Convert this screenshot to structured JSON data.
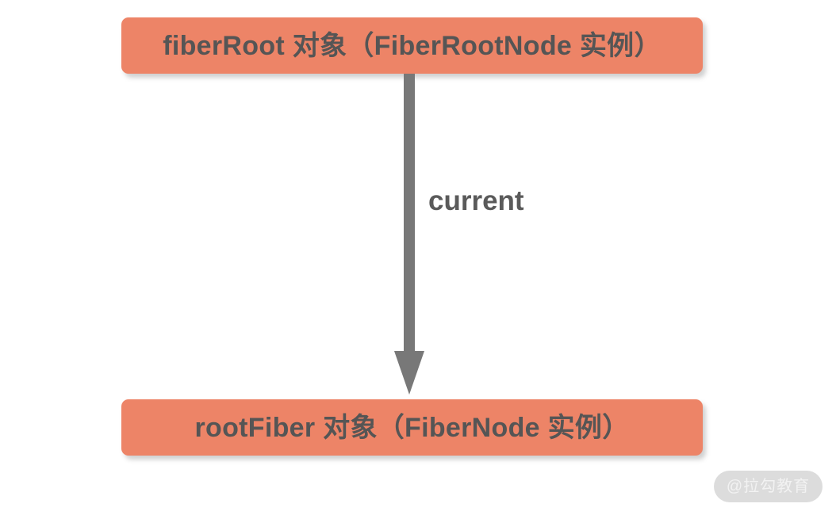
{
  "diagram": {
    "title": "React fiberRoot / rootFiber relation",
    "background_color": "#FFFFFF",
    "node_color": "#ED8467",
    "node_text_color": "#555555",
    "arrow_color": "#787878",
    "nodes": [
      {
        "id": "fiberroot",
        "label": "fiberRoot 对象（FiberRootNode 实例）"
      },
      {
        "id": "rootfiber",
        "label": "rootFiber 对象（FiberNode 实例）"
      }
    ],
    "edges": [
      {
        "id": "current",
        "label": "current",
        "from": "fiberroot",
        "to": "rootfiber",
        "direction": "down"
      }
    ]
  },
  "watermark": {
    "text": "@拉勾教育",
    "background_color": "#DCDCDC",
    "text_color": "#F2F2F2"
  }
}
